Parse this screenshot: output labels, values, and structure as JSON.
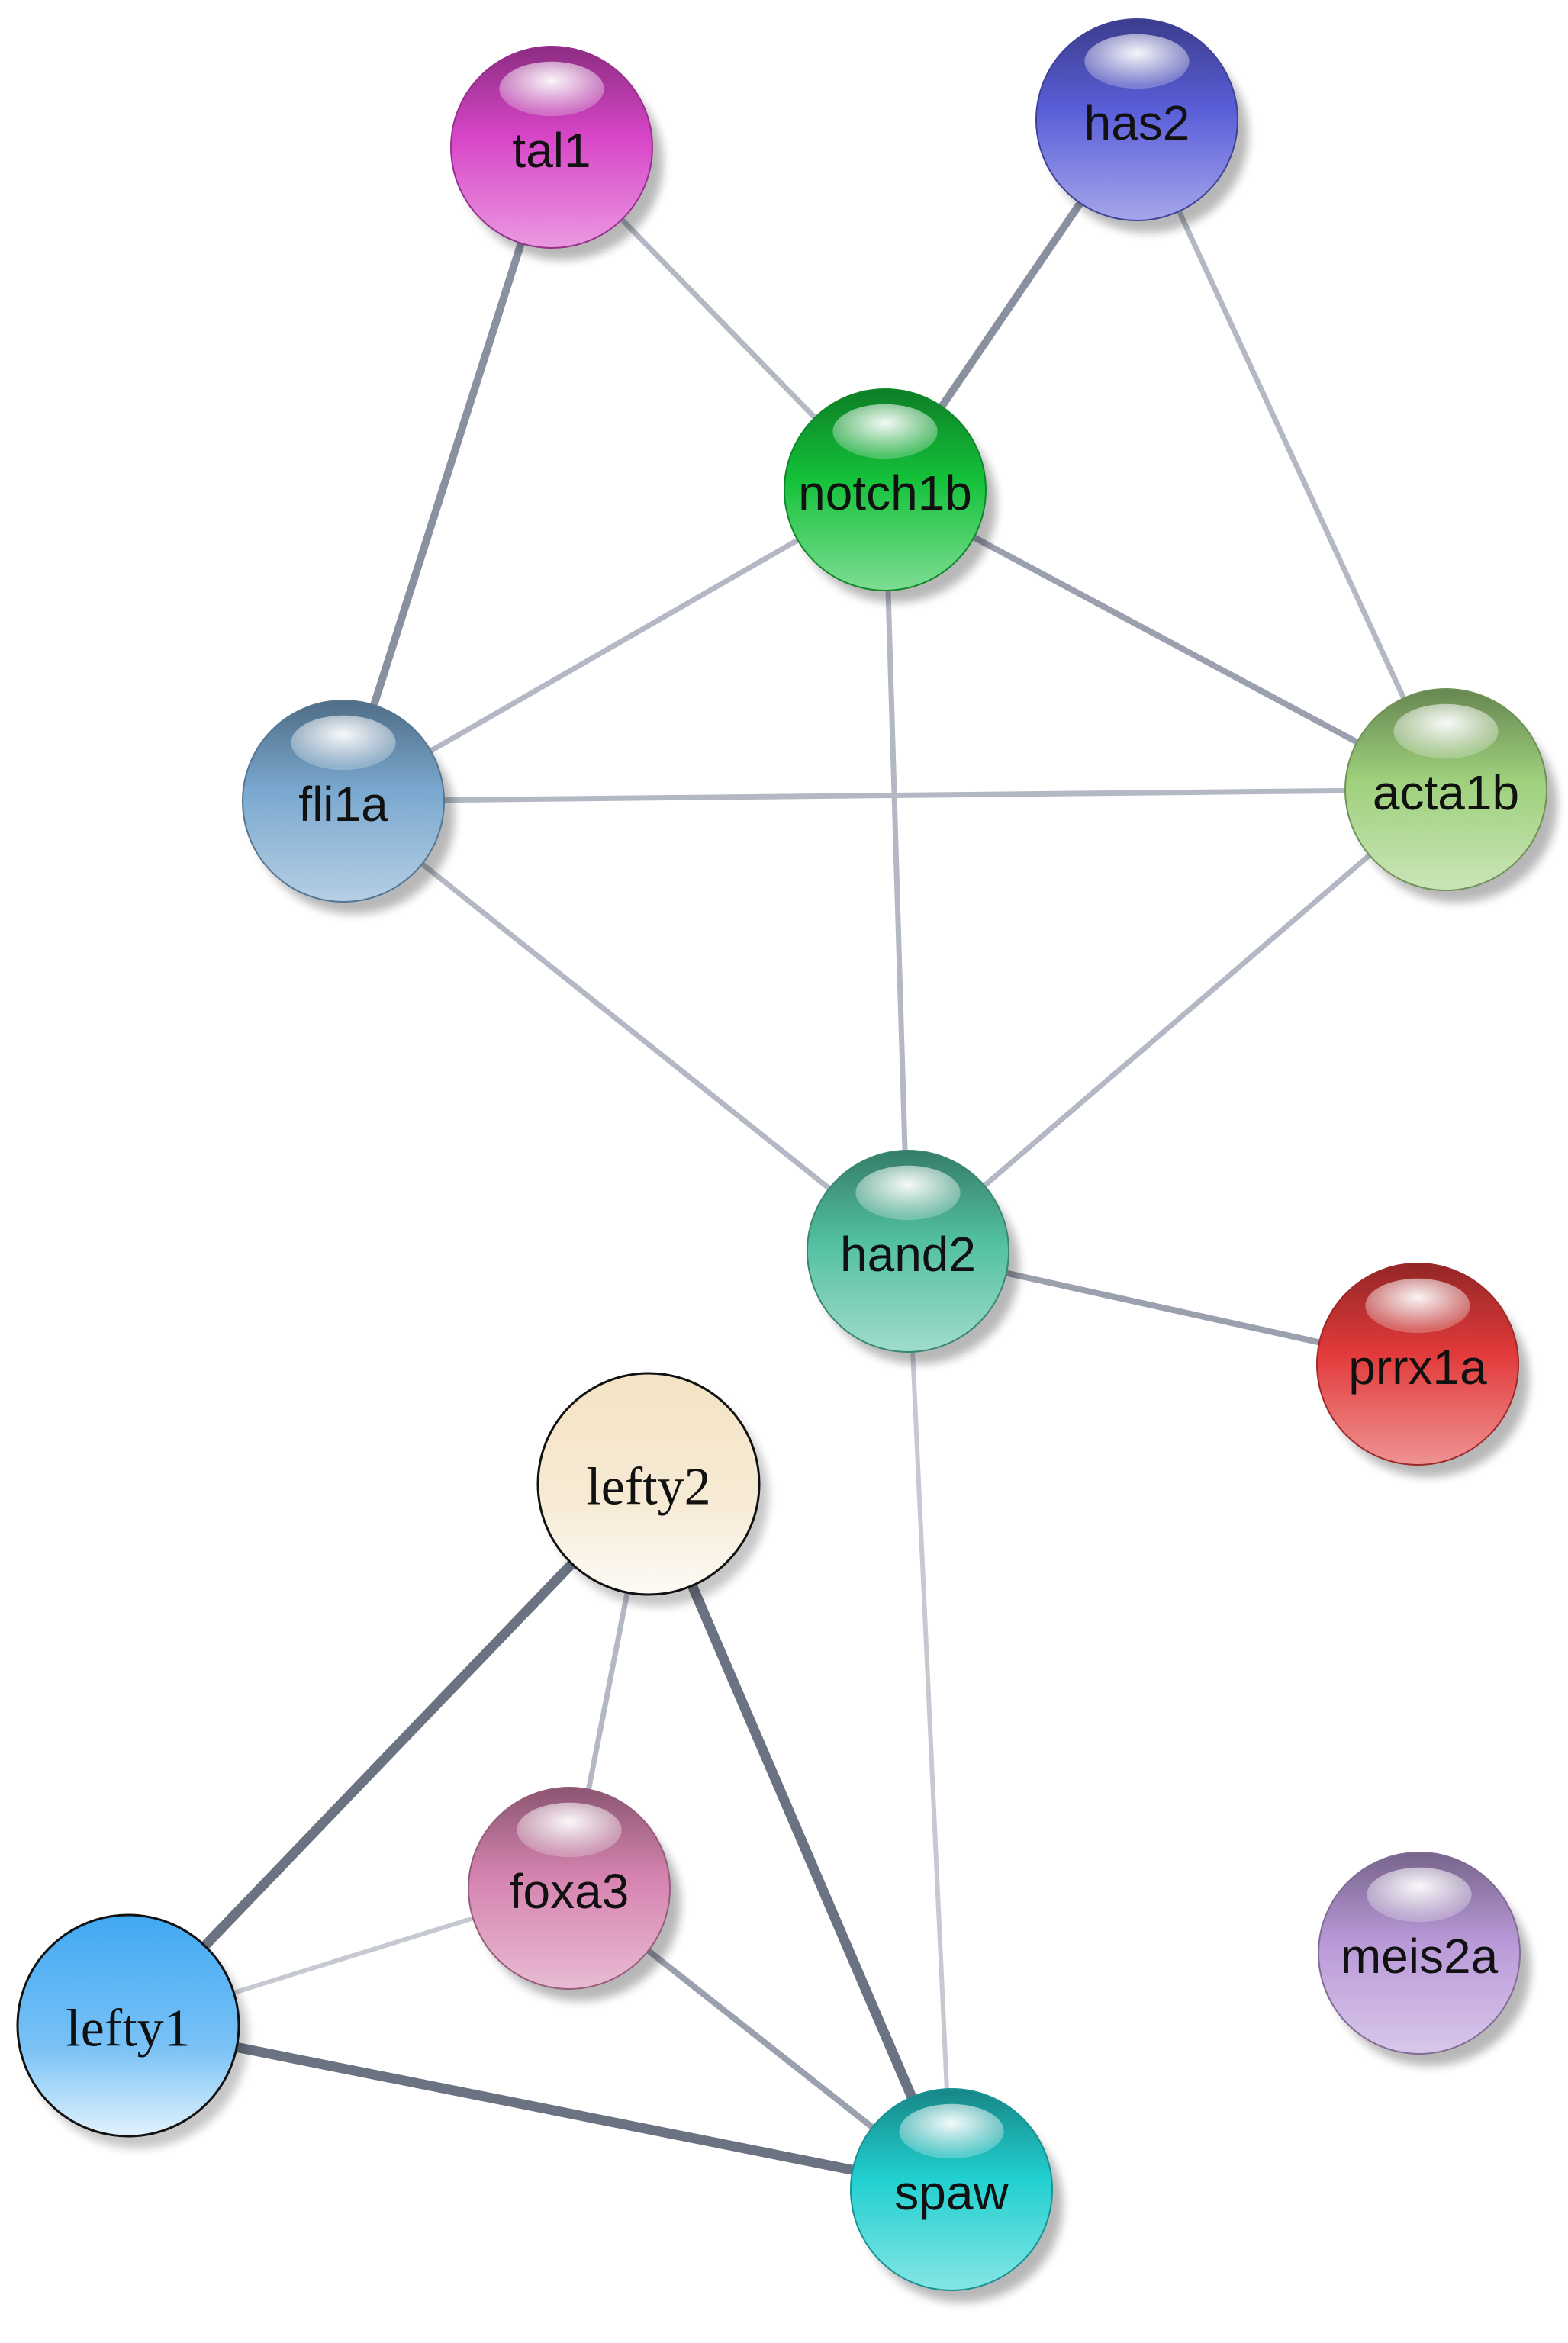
{
  "network": {
    "nodes": [
      {
        "id": "tal1",
        "label": "tal1",
        "color": "#d845c8",
        "style": "glossy"
      },
      {
        "id": "has2",
        "label": "has2",
        "color": "#5a5ed8",
        "style": "glossy"
      },
      {
        "id": "notch1b",
        "label": "notch1b",
        "color": "#14c23a",
        "style": "glossy"
      },
      {
        "id": "fli1a",
        "label": "fli1a",
        "color": "#7aa8cf",
        "style": "glossy"
      },
      {
        "id": "acta1b",
        "label": "acta1b",
        "color": "#9ed07c",
        "style": "glossy"
      },
      {
        "id": "hand2",
        "label": "hand2",
        "color": "#52c0a0",
        "style": "glossy"
      },
      {
        "id": "prrx1a",
        "label": "prrx1a",
        "color": "#e23a3a",
        "style": "glossy"
      },
      {
        "id": "lefty2",
        "label": "lefty2",
        "color": "#f4e3c4",
        "style": "flat"
      },
      {
        "id": "foxa3",
        "label": "foxa3",
        "color": "#d684b0",
        "style": "glossy"
      },
      {
        "id": "meis2a",
        "label": "meis2a",
        "color": "#b99ad8",
        "style": "glossy"
      },
      {
        "id": "lefty1",
        "label": "lefty1",
        "color": "#40a8f2",
        "style": "flat"
      },
      {
        "id": "spaw",
        "label": "spaw",
        "color": "#22d0d0",
        "style": "glossy"
      }
    ],
    "edges": [
      {
        "source": "tal1",
        "target": "notch1b",
        "strength": "weak"
      },
      {
        "source": "tal1",
        "target": "fli1a",
        "strength": "strong"
      },
      {
        "source": "has2",
        "target": "notch1b",
        "strength": "strong"
      },
      {
        "source": "has2",
        "target": "acta1b",
        "strength": "weak"
      },
      {
        "source": "notch1b",
        "target": "fli1a",
        "strength": "weak"
      },
      {
        "source": "notch1b",
        "target": "acta1b",
        "strength": "medium"
      },
      {
        "source": "notch1b",
        "target": "hand2",
        "strength": "weak"
      },
      {
        "source": "fli1a",
        "target": "acta1b",
        "strength": "weak"
      },
      {
        "source": "fli1a",
        "target": "hand2",
        "strength": "weak"
      },
      {
        "source": "acta1b",
        "target": "hand2",
        "strength": "weak"
      },
      {
        "source": "hand2",
        "target": "prrx1a",
        "strength": "medium"
      },
      {
        "source": "hand2",
        "target": "spaw",
        "strength": "faint"
      },
      {
        "source": "lefty2",
        "target": "foxa3",
        "strength": "weak"
      },
      {
        "source": "lefty2",
        "target": "lefty1",
        "strength": "strongest"
      },
      {
        "source": "lefty2",
        "target": "spaw",
        "strength": "strongest"
      },
      {
        "source": "foxa3",
        "target": "lefty1",
        "strength": "faint"
      },
      {
        "source": "foxa3",
        "target": "spaw",
        "strength": "medium"
      },
      {
        "source": "lefty1",
        "target": "spaw",
        "strength": "strongest"
      }
    ],
    "edge_styles": {
      "faint": {
        "color": "#c6c9d2"
      },
      "weak": {
        "color": "#b3b8c4"
      },
      "medium": {
        "color": "#9aa0ae"
      },
      "strong": {
        "color": "#8990a0"
      },
      "strongest": {
        "color": "#6b7282"
      }
    }
  }
}
